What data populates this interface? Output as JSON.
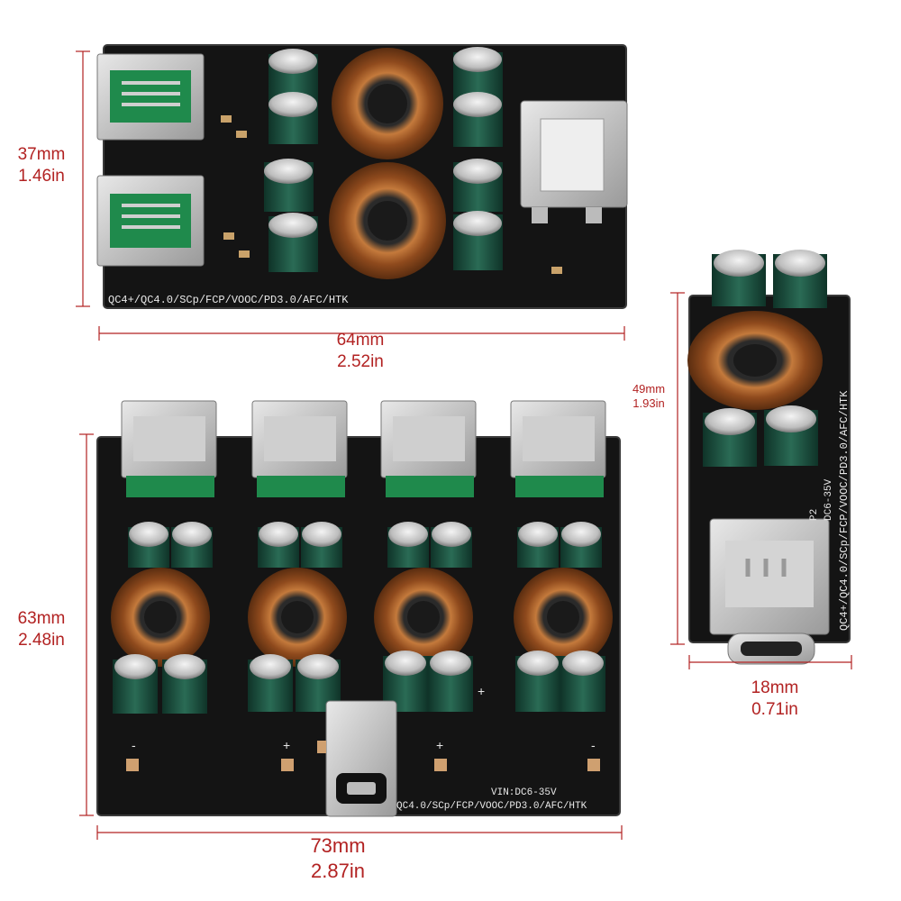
{
  "colors": {
    "pcb": "#141414",
    "pcb_edge": "#3a3a3a",
    "dimension": "#b22222",
    "copper": "#b5652c",
    "capacitor": "#1f4f3f",
    "usb_metal": "#c8c8c8",
    "usb_green": "#1f8a4c"
  },
  "boards": {
    "top_board": {
      "silkscreen": "QC4+/QC4.0/SCp/FCP/VOOC/PD3.0/AFC/HTK",
      "height_mm": "37mm",
      "height_in": "1.46in",
      "width_mm": "64mm",
      "width_in": "2.52in"
    },
    "bottom_board": {
      "silkscreen_vin": "VIN:DC6-35V",
      "silkscreen": "QC4.0/SCp/FCP/VOOC/PD3.0/AFC/HTK",
      "height_mm": "63mm",
      "height_in": "2.48in",
      "width_mm": "73mm",
      "width_in": "2.87in",
      "plus": "+",
      "minus": "-"
    },
    "right_board": {
      "silkscreen": "QC4+/QC4.0/SCp/FCP/VOOC/PD3.0/AFC/HTK",
      "silkscreen_vin": "DC6-35V",
      "silkscreen_p2": "P2",
      "height_mm": "49mm",
      "height_in": "1.93in",
      "width_mm": "18mm",
      "width_in": "0.71in"
    }
  }
}
